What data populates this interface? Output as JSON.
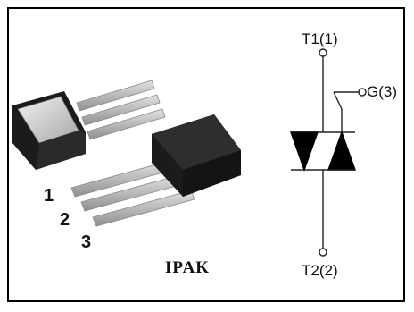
{
  "package": {
    "name": "IPAK",
    "pins": [
      "1",
      "2",
      "3"
    ]
  },
  "symbol": {
    "device": "triac",
    "terminal_top": "T1(1)",
    "terminal_bottom": "T2(2)",
    "gate": "G(3)"
  },
  "colors": {
    "border": "#000000",
    "body_dark": "#1b1b1b",
    "leads": "#b5b5b5",
    "tab": "#cfcfcf"
  }
}
